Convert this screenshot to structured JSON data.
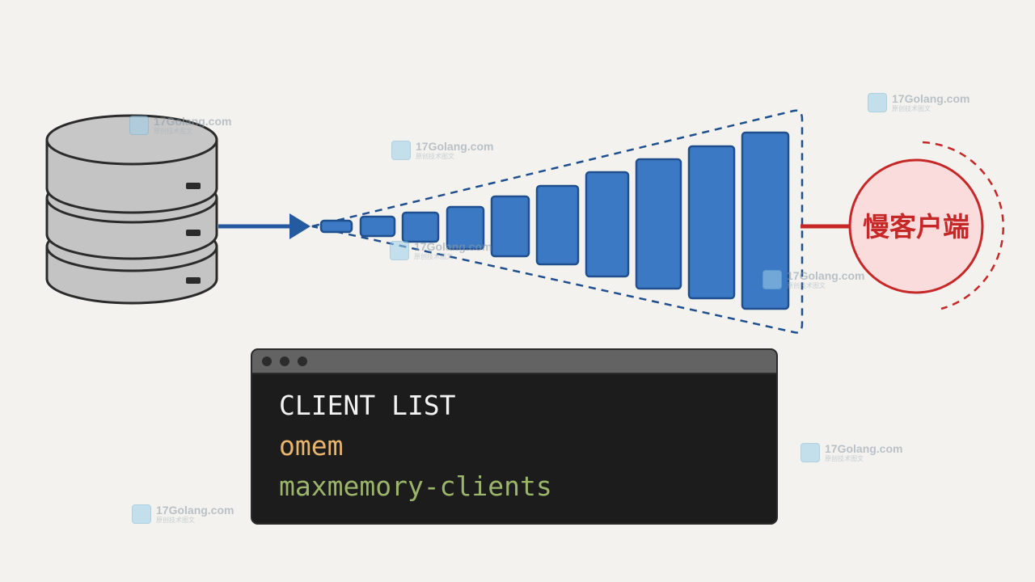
{
  "diagram": {
    "slow_client_label": "慢客户端"
  },
  "terminal": {
    "lines": [
      {
        "text": "CLIENT LIST",
        "color": "#f2f2f2"
      },
      {
        "text": "omem",
        "color": "#e9b46b"
      },
      {
        "text": "maxmemory-clients",
        "color": "#9bb56a"
      }
    ]
  },
  "watermark": {
    "site": "17Golang.com",
    "tagline": "原创技术图文"
  },
  "colors": {
    "buffer_fill": "#3b79c4",
    "buffer_stroke": "#1f4f8e",
    "arrow": "#235aa0",
    "client_stroke": "#c62828",
    "client_fill": "#fbdcdc",
    "database_fill": "#c4c4c4",
    "background": "#f3f2ef"
  }
}
